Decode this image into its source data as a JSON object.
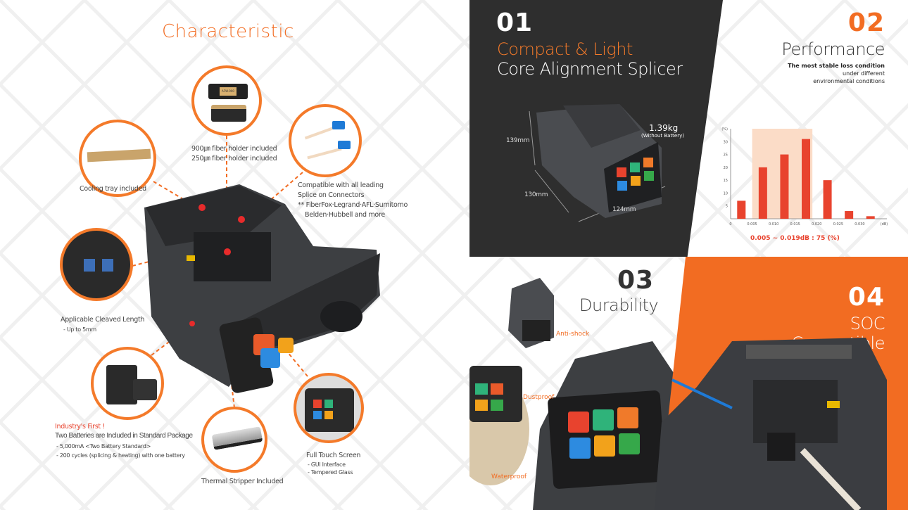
{
  "characteristic": {
    "title": "Characteristic",
    "cooling_tray": "Cooling tray included",
    "fiber_holder_900": "900㎛ fiber holder included",
    "fiber_holder_250": "250㎛ fiber holder included",
    "connectors": [
      "Compatible with all leading",
      "Splice on Connectors",
      "** FiberFox·Legrand·AFL·Sumitomo",
      "Belden·Hubbell and more"
    ],
    "cleave_title": "Applicable Cleaved Length",
    "cleave_sub": "- Up to 5mm",
    "battery_first": "Industry's First !",
    "battery_title": "Two Batteries are Included in Standard Package",
    "battery_lines": [
      "- 5,000mA <Two Battery Standard>",
      "- 200 cycles (splicing & heating) with one battery"
    ],
    "stripper": "Thermal Stripper Included",
    "screen_title": "Full Touch Screen",
    "screen_lines": [
      "- GUI Interface",
      "- Tempered Glass"
    ],
    "holder_label": "AFW-900"
  },
  "panel01": {
    "num": "01",
    "title_orange": "Compact & Light",
    "title_white": "Core Alignment Splicer",
    "height": "139mm",
    "depth": "130mm",
    "width": "124mm",
    "weight": "1.39kg",
    "weight_note": "(Without Battery)"
  },
  "panel02": {
    "num": "02",
    "title": "Performance",
    "desc": [
      "The most stable loss condition",
      "under different",
      "environmental conditions"
    ]
  },
  "panel03": {
    "num": "03",
    "title": "Durability",
    "tags": [
      "Anti-shock",
      "Dustproof",
      "Waterproof"
    ]
  },
  "panel04": {
    "num": "04",
    "title": [
      "SOC",
      "Compatible"
    ]
  },
  "colors": {
    "accent": "#f26c22",
    "bar": "#e8432e",
    "highlight": "#fbdcc7",
    "dark": "#2e2e2e"
  },
  "chart_data": {
    "type": "bar",
    "categories": [
      "0-0.005",
      "0.005-0.010",
      "0.010-0.015",
      "0.015-0.020",
      "0.020-0.025",
      "0.025-0.030",
      "0.030-0.035"
    ],
    "values": [
      7,
      20,
      25,
      31,
      15,
      3,
      1
    ],
    "x_ticks": [
      "0",
      "0.005",
      "0.010",
      "0.015",
      "0.020",
      "0.025",
      "0.030"
    ],
    "x_unit": "(dB)",
    "y_ticks": [
      "5",
      "10",
      "15",
      "20",
      "25",
      "30"
    ],
    "y_unit": "(%)",
    "ylim": [
      0,
      35
    ],
    "xlim": [
      0,
      0.035
    ],
    "highlight_range": [
      0.005,
      0.019
    ],
    "annotation": "0.005 ~ 0.019dB : 75 (%)"
  }
}
